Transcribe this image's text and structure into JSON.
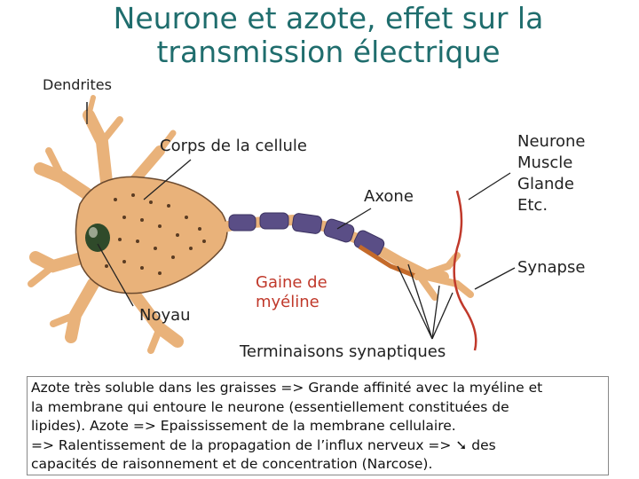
{
  "title": "Neurone et azote, effet sur la transmission électrique",
  "labels": {
    "dendrites": "Dendrites",
    "cell_body": "Corps de la cellule",
    "axon": "Axone",
    "targets": [
      "Neurone",
      "Muscle",
      "Glande",
      "Etc."
    ],
    "synapse": "Synapse",
    "nucleus": "Noyau",
    "myelin_line1": "Gaine de",
    "myelin_line2": "myéline",
    "terminals": "Terminaisons synaptiques"
  },
  "note": {
    "lines": [
      "Azote très soluble dans les graisses => Grande affinité avec la myéline et",
      "la membrane qui entoure le neurone (essentiellement constituées de",
      "lipides). Azote => Epaississement de la membrane cellulaire.",
      "=> Ralentissement de la propagation de l’influx nerveux => ",
      "capacités de raisonnement et de concentration (Narcose)."
    ],
    "arrow_symbol": "➘",
    "after_arrow": " des"
  },
  "colors": {
    "title": "#1f6d6d",
    "cell": "#e9b27a",
    "cell_outline": "#6b4a2f",
    "myelin": "#5a4e86",
    "axon_core": "#c46a2a",
    "nucleus": "#2f4a2a",
    "membrane": "#c0392b"
  }
}
